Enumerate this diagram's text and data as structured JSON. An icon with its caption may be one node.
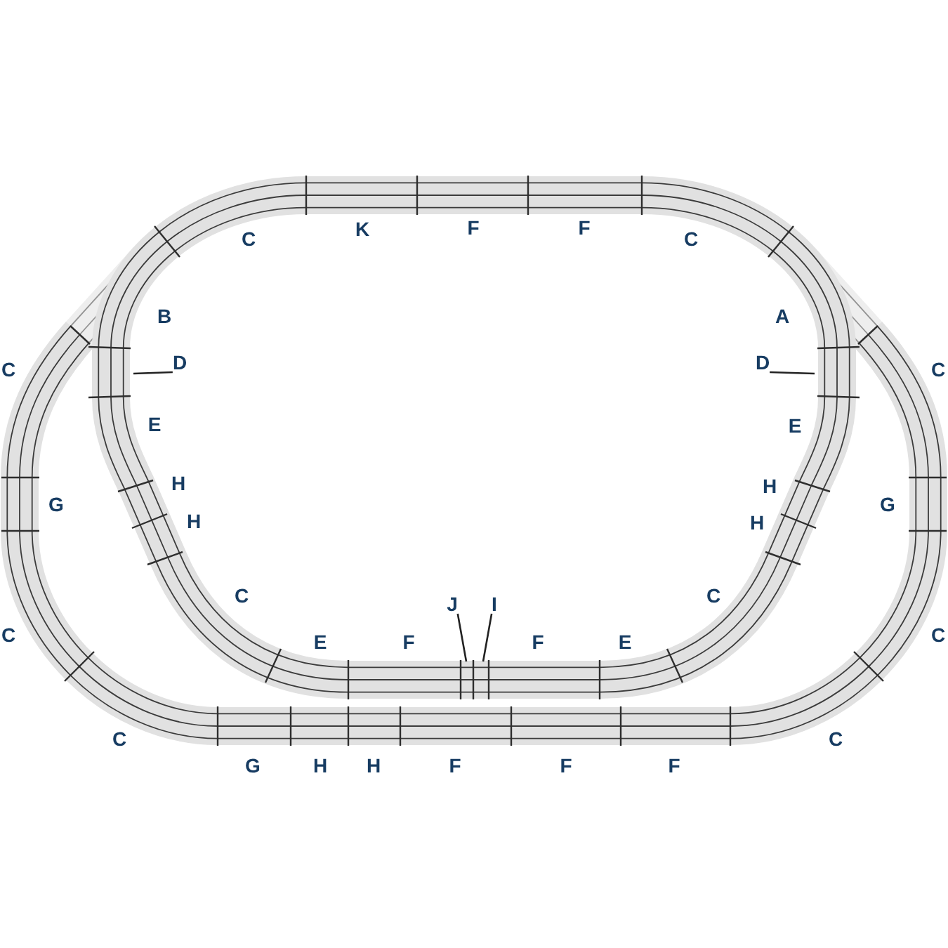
{
  "diagram": {
    "nodes": [
      {
        "text": [
          "D"
        ]
      },
      {
        "text": [
          "D"
        ]
      },
      {
        "text": [
          "J"
        ]
      },
      {
        "text": [
          "I"
        ]
      }
    ],
    "edges": [
      {
        "from": 0,
        "to": null,
        "arrow": "none"
      },
      {
        "from": 1,
        "to": null,
        "arrow": "none"
      },
      {
        "from": 2,
        "to": null,
        "arrow": "none"
      },
      {
        "from": 3,
        "to": null,
        "arrow": "none"
      }
    ],
    "labels": [
      "C",
      "K",
      "F",
      "F",
      "C",
      "B",
      "A",
      "C",
      "C",
      "E",
      "E",
      "H",
      "H",
      "G",
      "G",
      "H",
      "H",
      "C",
      "C",
      "C",
      "C",
      "E",
      "F",
      "F",
      "E",
      "C",
      "C",
      "G",
      "H",
      "H",
      "F",
      "F",
      "F"
    ]
  }
}
